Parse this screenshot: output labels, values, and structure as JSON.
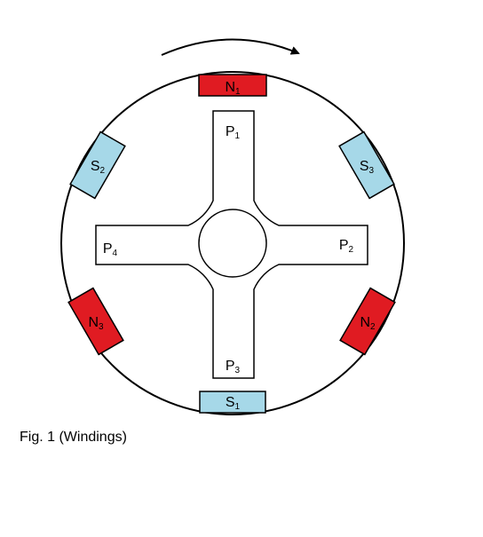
{
  "figure": {
    "caption": "Fig. 1 (Windings)",
    "colors": {
      "north_magnet": "#e01b22",
      "south_magnet": "#a6d8e8",
      "outline": "#000000",
      "background": "#ffffff"
    },
    "rotation_arrow": {
      "direction": "clockwise",
      "icon": "curved-arrow-icon"
    },
    "magnets": [
      {
        "id": "n1",
        "base": "N",
        "sub": "1",
        "pole": "north"
      },
      {
        "id": "s3",
        "base": "S",
        "sub": "3",
        "pole": "south"
      },
      {
        "id": "n2",
        "base": "N",
        "sub": "2",
        "pole": "north"
      },
      {
        "id": "s1",
        "base": "S",
        "sub": "1",
        "pole": "south"
      },
      {
        "id": "n3",
        "base": "N",
        "sub": "3",
        "pole": "north"
      },
      {
        "id": "s2",
        "base": "S",
        "sub": "2",
        "pole": "south"
      }
    ],
    "poles": [
      {
        "id": "p1",
        "base": "P",
        "sub": "1"
      },
      {
        "id": "p2",
        "base": "P",
        "sub": "2"
      },
      {
        "id": "p3",
        "base": "P",
        "sub": "3"
      },
      {
        "id": "p4",
        "base": "P",
        "sub": "4"
      }
    ]
  }
}
